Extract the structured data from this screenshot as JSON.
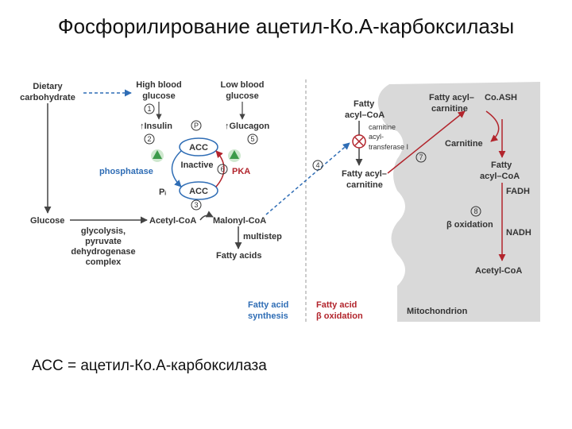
{
  "title": "Фосфорилирование ацетил-Ко.А-карбоксилазы",
  "footnote": "АСС = ацетил-Ко.А-карбоксилаза",
  "colors": {
    "blue": "#2f6db5",
    "red": "#b2242c",
    "green": "#3c9a4a",
    "mito_bg": "#d9d9d9"
  },
  "diagram": {
    "dietary_1": "Dietary",
    "dietary_2": "carbohydrate",
    "high_glucose_1": "High blood",
    "high_glucose_2": "glucose",
    "low_glucose_1": "Low blood",
    "low_glucose_2": "glucose",
    "step1": "1",
    "step2": "2",
    "step3": "3",
    "step4": "4",
    "step5": "5",
    "step6": "6",
    "step7": "7",
    "step8": "8",
    "insulin": "↑Insulin",
    "glucagon": "↑Glucagon",
    "p_label": "P",
    "acc": "ACC",
    "inactive": "Inactive",
    "phosphatase": "phosphatase",
    "pka": "PKA",
    "pi": "Pᵢ",
    "glucose": "Glucose",
    "acetyl_coa": "Acetyl-CoA",
    "malonyl_coa": "Malonyl-CoA",
    "multistep": "multistep",
    "fatty_acids": "Fatty acids",
    "glycolysis_1": "glycolysis,",
    "glycolysis_2": "pyruvate",
    "glycolysis_3": "dehydrogenase",
    "glycolysis_4": "complex",
    "fa_synth_1": "Fatty acid",
    "fa_synth_2": "synthesis",
    "fa_ox_1": "Fatty acid",
    "fa_ox_2": "β oxidation",
    "mito": "Mitochondrion",
    "fatty_acyl_coa_1": "Fatty",
    "fatty_acyl_coa_2": "acyl–CoA",
    "cat_1": "carnitine",
    "cat_2": "acyl-",
    "cat_3": "transferase I",
    "fatty_acyl_carn_1": "Fatty acyl–",
    "fatty_acyl_carn_2": "carnitine",
    "fac_right_1": "Fatty acyl–",
    "fac_right_2": "carnitine",
    "coash": "Co.ASH",
    "carnitine": "Carnitine",
    "fa_coa_mito_1": "Fatty",
    "fa_coa_mito_2": "acyl–CoA",
    "fadh": "FADH",
    "beta_ox": "β oxidation",
    "nadh": "NADH",
    "acetyl_coa_mito": "Acetyl-CoA"
  }
}
